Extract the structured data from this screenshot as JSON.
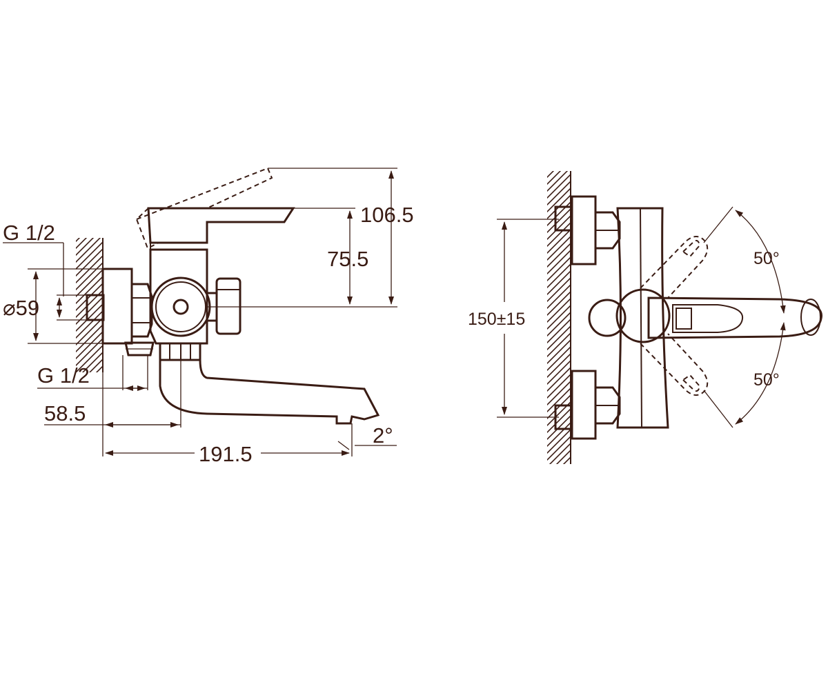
{
  "side_view": {
    "labels": {
      "inlet_thread_top": "G 1/2",
      "diameter": "⌀59",
      "outlet_thread": "G 1/2",
      "depth": "58.5",
      "spout_length": "191.5",
      "spout_angle": "2°",
      "total_height": "106.5",
      "body_height": "75.5"
    }
  },
  "front_view": {
    "labels": {
      "center_distance": "150±15",
      "swing_up": "50°",
      "swing_down": "50°"
    }
  },
  "colors": {
    "line": "#3a1c14",
    "background": "#ffffff"
  }
}
